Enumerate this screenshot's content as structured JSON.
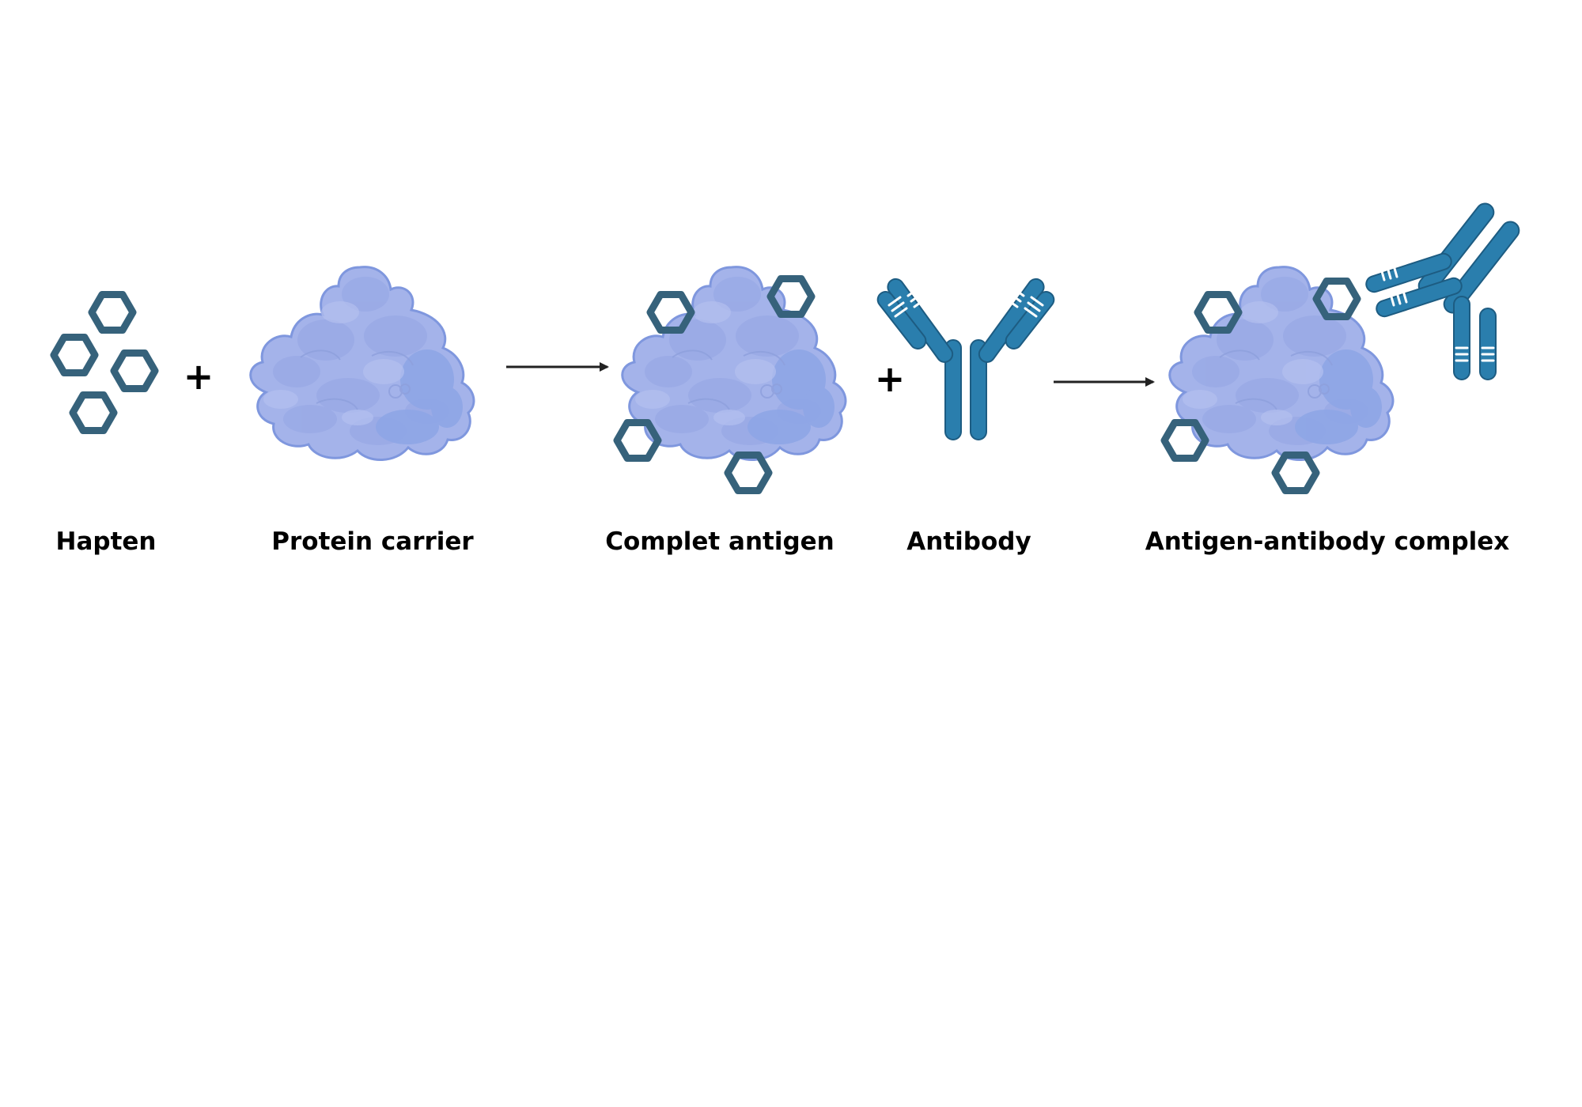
{
  "diagram": {
    "labels": {
      "hapten": "Hapten",
      "protein_carrier": "Protein carrier",
      "complete_antigen": "Complet antigen",
      "antibody": "Antibody",
      "complex": "Antigen-antibody complex"
    },
    "operators": {
      "plus_1": "+",
      "plus_2": "+"
    },
    "colors": {
      "hapten_stroke": "#36627b",
      "protein_fill": "#a4b3ea",
      "protein_stroke": "#7f97de",
      "antibody_fill": "#2a7ead",
      "antibody_stroke": "#1d5c82",
      "arrow": "#222222",
      "text": "#000000"
    }
  }
}
